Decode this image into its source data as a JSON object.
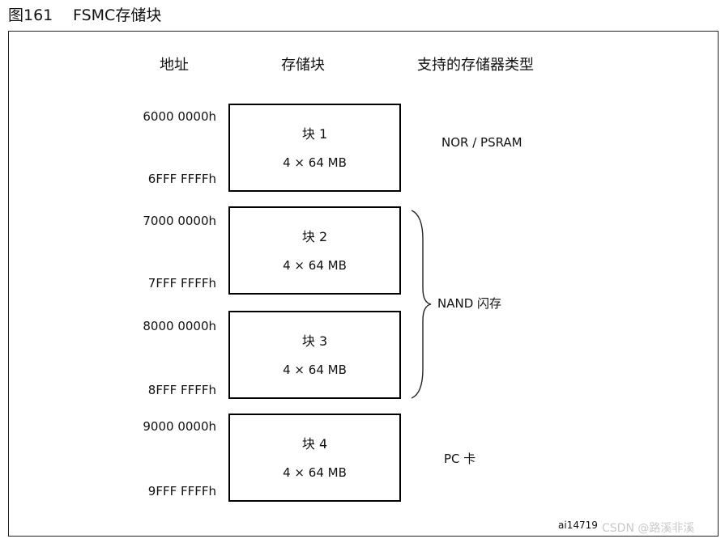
{
  "figure": {
    "number": "图161",
    "title": "FSMC存储块"
  },
  "headers": {
    "address": "地址",
    "block": "存储块",
    "memory_type": "支持的存储器类型"
  },
  "blocks": [
    {
      "name": "块 1",
      "size": "4 × 64 MB",
      "start_address": "6000 0000h",
      "end_address": "6FFF FFFFh"
    },
    {
      "name": "块 2",
      "size": "4 × 64 MB",
      "start_address": "7000 0000h",
      "end_address": "7FFF FFFFh"
    },
    {
      "name": "块 3",
      "size": "4 × 64 MB",
      "start_address": "8000 0000h",
      "end_address": "8FFF FFFFh"
    },
    {
      "name": "块 4",
      "size": "4 × 64 MB",
      "start_address": "9000 0000h",
      "end_address": "9FFF FFFFh"
    }
  ],
  "memory_types": {
    "nor_psram": "NOR / PSRAM",
    "nand": "NAND 闪存",
    "pc_card": "PC 卡"
  },
  "footer": {
    "figure_id": "ai14719",
    "watermark": "CSDN @路溪非溪"
  }
}
